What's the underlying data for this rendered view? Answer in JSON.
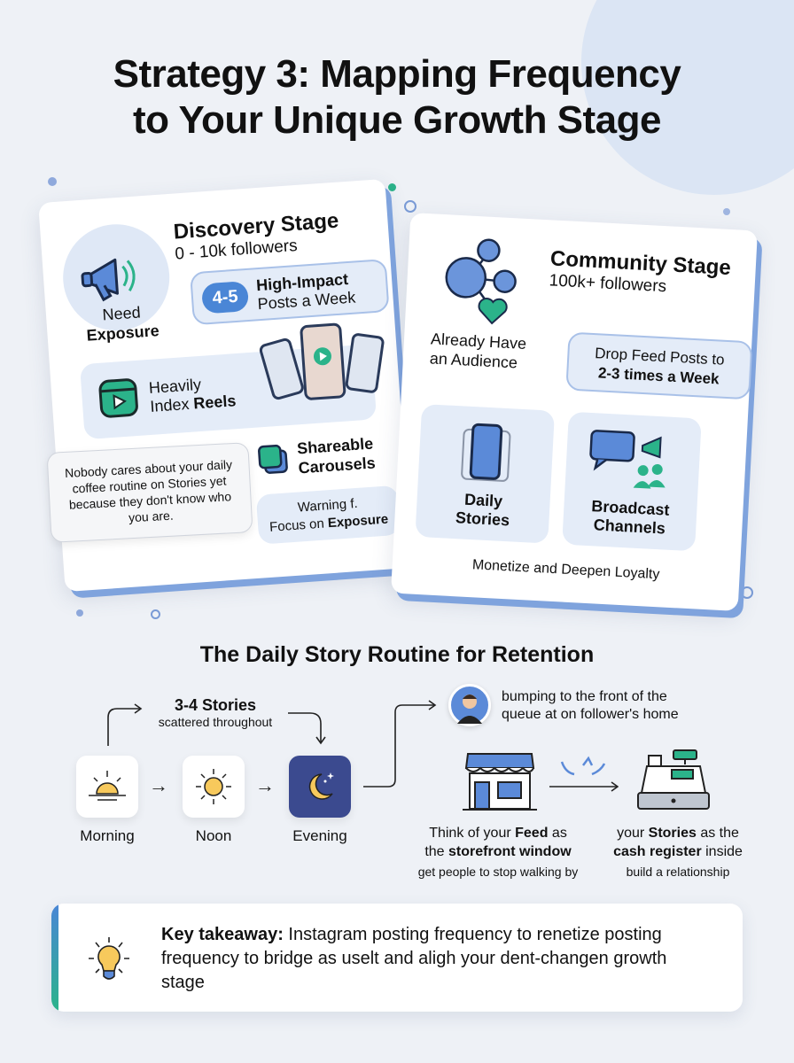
{
  "title": {
    "line1": "Strategy 3: Mapping Frequency",
    "line2": "to Your Unique Growth Stage"
  },
  "discovery": {
    "heading": "Discovery Stage",
    "followers": "0 - 10k followers",
    "need_line1": "Need",
    "need_line2": "Exposure",
    "badge": "4-5",
    "freq_bold": "High-Impact",
    "freq_rest": "Posts a Week",
    "reels_line1": "Heavily",
    "reels_line2_plain": "Index ",
    "reels_line2_bold": "Reels",
    "carousels_line1": "Shareable",
    "carousels_line2": "Carousels",
    "note": "Nobody cares about your daily coffee routine on Stories yet because they don't know who you are.",
    "warning_line1": "Warning f.",
    "warning_plain": "Focus on ",
    "warning_bold": "Exposure"
  },
  "community": {
    "heading": "Community Stage",
    "followers": "100k+ followers",
    "audience_line1": "Already Have",
    "audience_line2": "an Audience",
    "drop_line1": "Drop Feed Posts to",
    "drop_line2": "2-3 times a Week",
    "tile1_line1": "Daily",
    "tile1_line2": "Stories",
    "tile2_line1": "Broadcast",
    "tile2_line2": "Channels",
    "footer": "Monetize and Deepen Loyalty"
  },
  "routine": {
    "title": "The Daily Story Routine for Retention",
    "count": "3-4 Stories",
    "count_sub": "scattered throughout",
    "times": [
      "Morning",
      "Noon",
      "Evening"
    ],
    "bump_line1": "bumping to the front of the",
    "bump_line2": "queue at on follower's home",
    "feed_plain1": "Think of your ",
    "feed_bold1": "Feed",
    "feed_plain2": " as",
    "feed_plain3": "the ",
    "feed_bold2": "storefront window",
    "feed_sub": "get people to stop walking by",
    "stories_plain1": "your ",
    "stories_bold1": "Stories",
    "stories_plain2": " as the",
    "stories_bold2": "cash register",
    "stories_plain3": " inside",
    "stories_sub": "build a relationship"
  },
  "takeaway": {
    "label": "Key takeaway:",
    "text": " Instagram posting frequency to renetize posting frequency to bridge as uselt and aligh your dent-changen growth stage"
  },
  "colors": {
    "background": "#eef1f6",
    "accent_blue": "#4a86d6",
    "accent_green": "#2bb38a",
    "night": "#3b4a8f",
    "sun": "#f7c95c"
  }
}
